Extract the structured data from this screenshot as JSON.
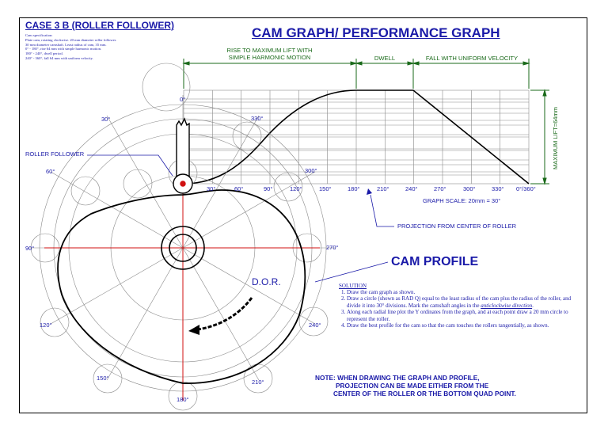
{
  "case_title": "CASE 3 B (ROLLER FOLLOWER)",
  "specification": [
    "Cam specification:",
    "Plate cam, rotating clockwise. 20 mm diameter roller follower.",
    "30 mm diameter camshaft. Least radius of cam, 35 mm.",
    "0° - 180°, rise 64 mm with simple harmonic motion.",
    "180° - 240°, dwell period.",
    "240° - 360°, fall 64 mm with uniform velocity."
  ],
  "graph": {
    "title": "CAM GRAPH/ PERFORMANCE GRAPH",
    "segments": [
      {
        "line1": "RISE TO MAXIMUM LIFT WITH",
        "line2": "SIMPLE HARMONIC MOTION"
      },
      {
        "line1": "DWELL",
        "line2": ""
      },
      {
        "line1": "FALL WITH UNIFORM VELOCITY",
        "line2": ""
      }
    ],
    "x_ticks": [
      "30°",
      "60°",
      "90°",
      "120°",
      "150°",
      "180°",
      "210°",
      "240°",
      "270°",
      "300°",
      "330°",
      "0°/360°"
    ],
    "max_lift_label": "MAXIMUM LIFT=64mm",
    "scale_label": "GRAPH SCALE: 20mm = 30°",
    "projection_label": "PROJECTION FROM CENTER OF ROLLER"
  },
  "profile": {
    "title": "CAM PROFILE",
    "roller_label": "ROLLER FOLLOWER",
    "dor_label": "D.O.R.",
    "angle_labels": {
      "a0": "0°",
      "a30": "30°",
      "a60": "60°",
      "a90": "90°",
      "a120": "120°",
      "a150": "150°",
      "a180": "180°",
      "a210": "210°",
      "a240": "240°",
      "a270": "270°",
      "a300": "300°",
      "a330": "330°"
    }
  },
  "solution": {
    "heading": "SOLUTION",
    "step1": "Draw the cam graph as shown.",
    "step2a": "Draw a circle (shown as RAD Q) equal to the least radius of the cam plus the radius of the roller, and divide it into 30° divisions. Mark the camshaft angles in the ",
    "step2b": "anticlockwise direction",
    "step2c": ".",
    "step3": "Along each radial line plot the Y ordinates from the graph, and at each point draw a 20 mm circle to represent the roller.",
    "step4": "Draw the best profile for the cam so that the cam touches the rollers  tangentially, as shown."
  },
  "note": {
    "line1": "NOTE: WHEN DRAWING THE GRAPH AND PROFILE,",
    "line2": "PROJECTION CAN BE MADE EITHER FROM THE",
    "line3": "CENTER OF THE ROLLER OR THE BOTTOM QUAD POINT."
  },
  "colors": {
    "title_blue": "#1a1aa8",
    "dimension_green": "#1a6a1a",
    "centerline_red": "#d01010",
    "construction_gray": "#8a8a8a"
  }
}
